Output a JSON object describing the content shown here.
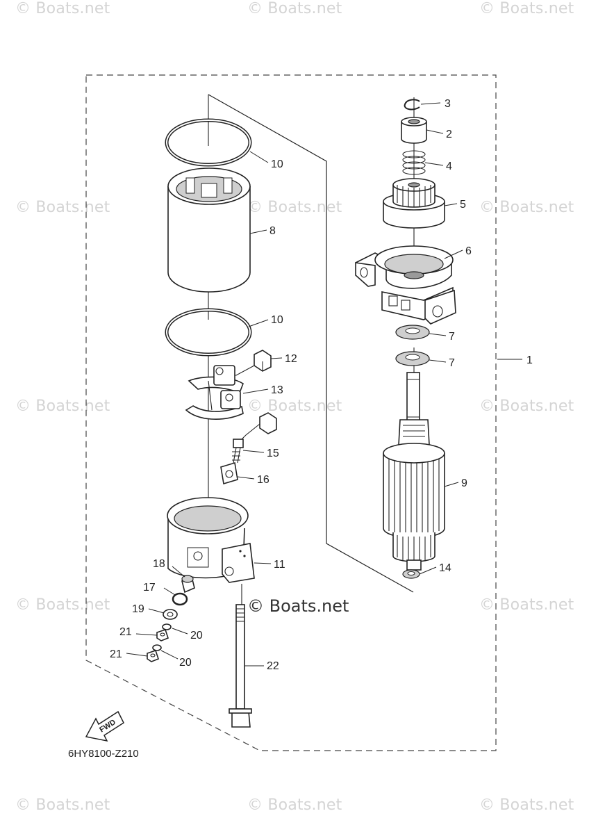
{
  "watermark": "© Boats.net",
  "diagram_code": "6HY8100-Z210",
  "fwd_label": "FWD",
  "callouts": {
    "p1": "1",
    "p2": "2",
    "p3": "3",
    "p4": "4",
    "p5": "5",
    "p6": "6",
    "p7a": "7",
    "p7b": "7",
    "p8": "8",
    "p9": "9",
    "p10a": "10",
    "p10b": "10",
    "p11": "11",
    "p12": "12",
    "p13": "13",
    "p14": "14",
    "p15": "15",
    "p16": "16",
    "p17": "17",
    "p18": "18",
    "p19": "19",
    "p20a": "20",
    "p20b": "20",
    "p21a": "21",
    "p21b": "21",
    "p22": "22"
  }
}
